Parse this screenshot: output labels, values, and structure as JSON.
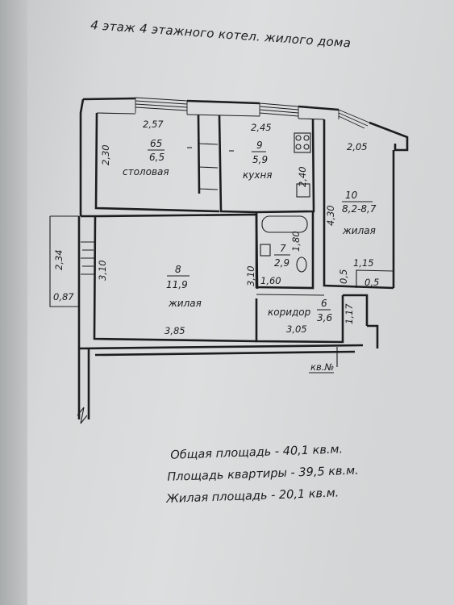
{
  "title": "4 этаж 4 этажного котел. жилого дома",
  "rooms": [
    {
      "id": "dining",
      "number": "65",
      "area": "6,5",
      "name": "столовая"
    },
    {
      "id": "kitchen",
      "number": "9",
      "area": "5,9",
      "name": "кухня"
    },
    {
      "id": "bedroom",
      "number": "10",
      "area": "8,2-8,7",
      "name": "жилая"
    },
    {
      "id": "living",
      "number": "8",
      "area": "11,9",
      "name": "жилая"
    },
    {
      "id": "bath",
      "number": "7",
      "area": "2,9",
      "name": ""
    },
    {
      "id": "corridor",
      "number": "6",
      "area": "3,6",
      "name": "коридор"
    }
  ],
  "dimensions": {
    "dining_width": "2,57",
    "dining_height": "2,30",
    "kitchen_width": "2,45",
    "kitchen_height": "2,40",
    "bedroom_width": "2,05",
    "bedroom_height": "4,30",
    "bedroom_small_w": "1,15",
    "bedroom_small_h1": "0,5",
    "bedroom_small_h2": "0,5",
    "living_height": "3,10",
    "living_height_left": "3,10",
    "living_width": "3,85",
    "bath_height": "1,80",
    "bath_width": "1,60",
    "corridor_width": "3,05",
    "corridor_height": "1,17",
    "stair_height": "2,34",
    "stair_width": "0,87"
  },
  "apartment_label": "кв.№",
  "summary": [
    "Общая площадь - 40,1 кв.м.",
    "Площадь квартиры - 39,5 кв.м.",
    "Жилая площадь - 20,1 кв.м."
  ]
}
